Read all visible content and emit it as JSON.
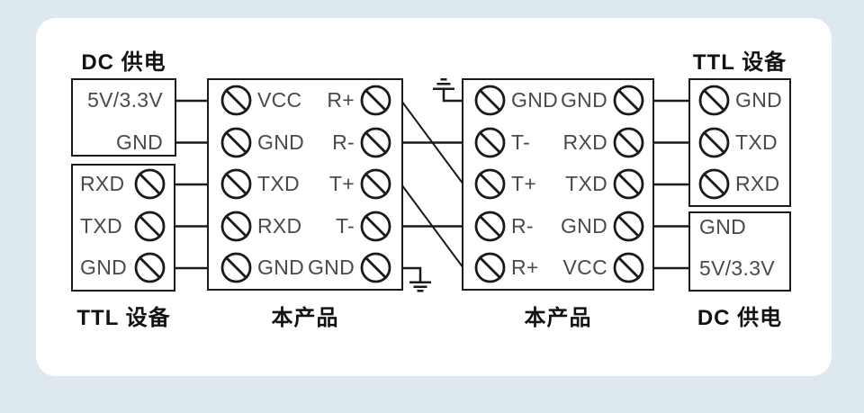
{
  "colors": {
    "background": "#dee8ef",
    "card": "#ffffff",
    "line": "#1a1a1a",
    "terminal_text": "#4a4a4a",
    "title_text": "#121212"
  },
  "titles": {
    "dc_left": "DC 供电",
    "ttl_left": "TTL 设备",
    "product1": "本产品",
    "product2": "本产品",
    "ttl_right": "TTL 设备",
    "dc_right": "DC 供电"
  },
  "boxes": {
    "left_dc": {
      "rows": [
        "5V/3.3V",
        "GND"
      ]
    },
    "left_ttl": {
      "rows": [
        "RXD",
        "TXD",
        "GND"
      ]
    },
    "product1": {
      "left_terminals": [
        "VCC",
        "GND",
        "TXD",
        "RXD",
        "GND"
      ],
      "right_terminals": [
        "R+",
        "R-",
        "T+",
        "T-",
        "GND"
      ]
    },
    "product2": {
      "left_terminals": [
        "GND",
        "T-",
        "T+",
        "R-",
        "R+"
      ],
      "right_terminals": [
        "GND",
        "RXD",
        "TXD",
        "GND",
        "VCC"
      ]
    },
    "right_ttl": {
      "rows": [
        "GND",
        "TXD",
        "RXD"
      ]
    },
    "right_dc": {
      "rows": [
        "GND",
        "5V/3.3V"
      ]
    }
  },
  "connections": [
    "left DC 5V/3.3V - product1 VCC",
    "left DC GND - product1 GND",
    "left TTL RXD - product1 TXD",
    "left TTL TXD - product1 RXD",
    "left TTL GND - product1 GND",
    "product1 R+ - product2 T+ (diagonal)",
    "product1 R- - product2 T-",
    "product1 T+ - product2 R+ (diagonal)",
    "product1 T- - product2 R-",
    "product1 GND - earth ground (bottom)",
    "product2 GND - earth ground (top)",
    "product2 GND - right TTL GND",
    "product2 RXD - right TTL TXD",
    "product2 TXD - right TTL RXD",
    "product2 GND - right DC GND",
    "product2 VCC - right DC 5V/3.3V"
  ],
  "icons": {
    "terminal": "screw-terminal-icon",
    "ground": "earth-ground-icon"
  }
}
